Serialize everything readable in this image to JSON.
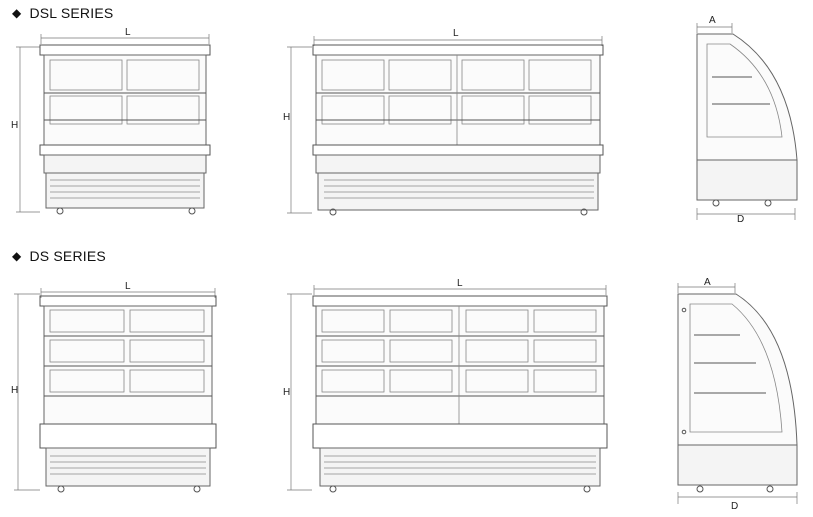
{
  "series": [
    {
      "title": "DSL SERIES"
    },
    {
      "title": "DS SERIES"
    }
  ],
  "dimensions": {
    "length": "L",
    "height": "H",
    "depth_top": "A",
    "depth_bottom": "D"
  },
  "icons": {
    "bullet": "diamond-icon"
  }
}
